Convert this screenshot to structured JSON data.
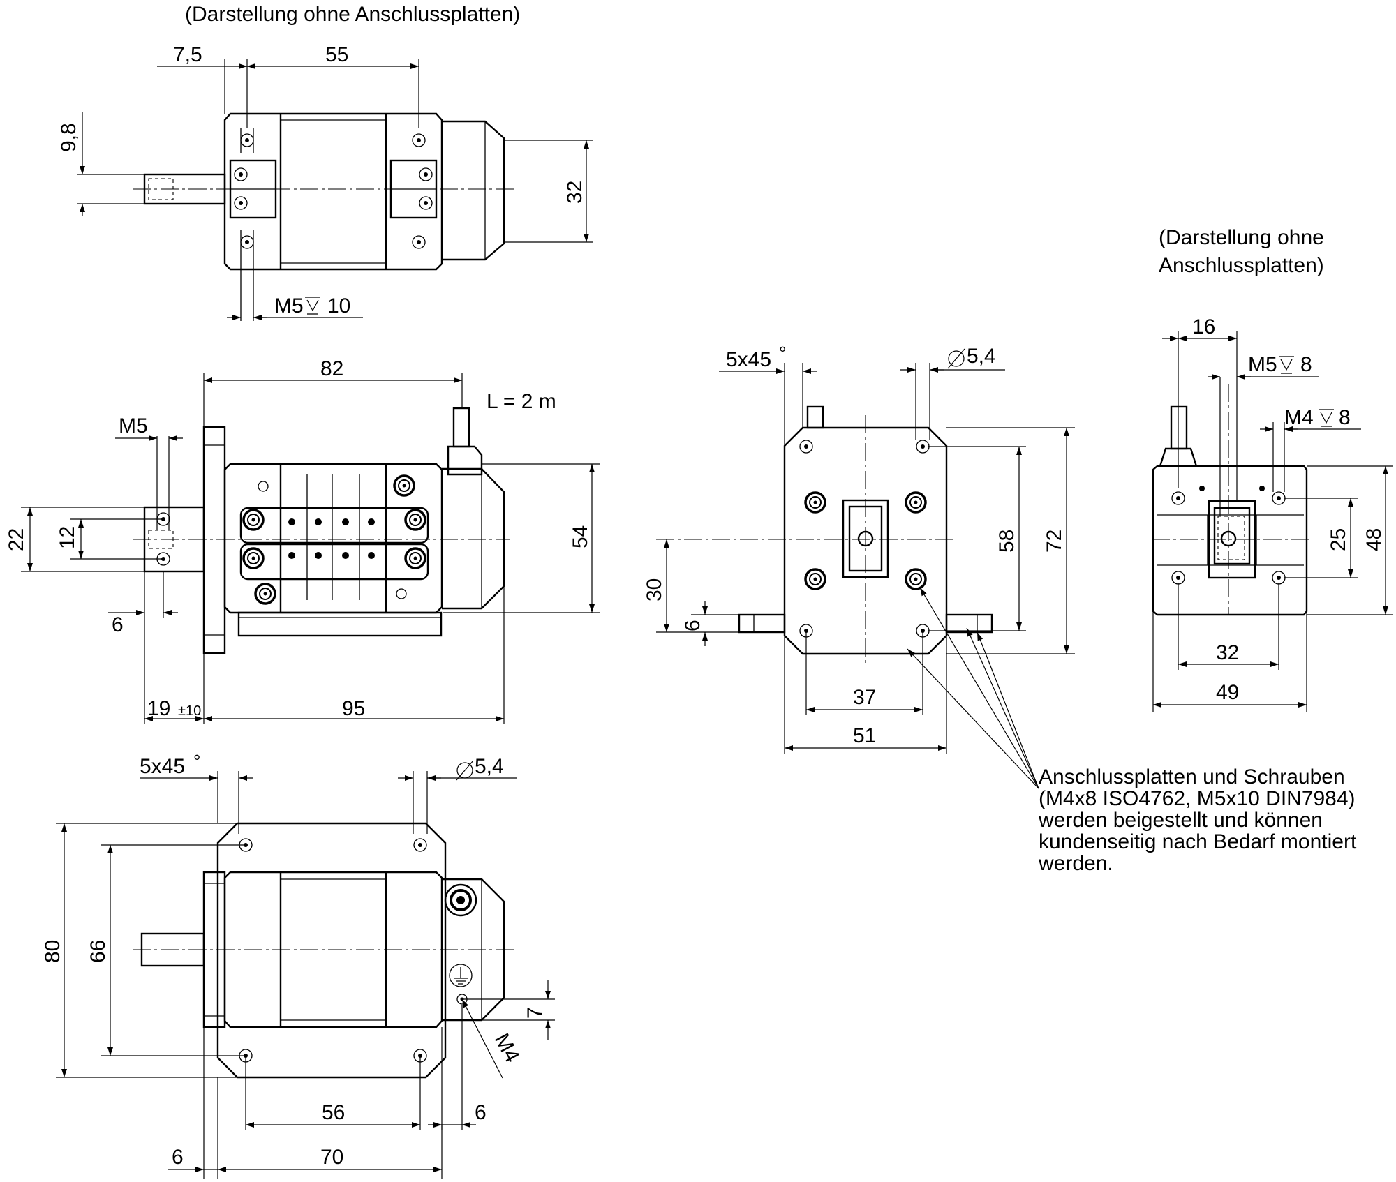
{
  "notes": {
    "note_top": "(Darstellung ohne Anschlussplatten)",
    "note_right_1": "(Darstellung ohne",
    "note_right_2": "Anschlussplatten)",
    "cable_length": "L = 2 m",
    "footnote_1": "Anschlussplatten und Schrauben",
    "footnote_2": "(M4x8  ISO4762, M5x10 DIN7984)",
    "footnote_3": "werden beigestellt und können",
    "footnote_4": "kundenseitig nach Bedarf montiert",
    "footnote_5": "werden."
  },
  "top_view": {
    "d_7_5": "7,5",
    "d_55": "55",
    "d_9_8": "9,8",
    "d_32": "32",
    "thread": "M5",
    "thread_depth": "10"
  },
  "side_view": {
    "d_82": "82",
    "thread": "M5",
    "d_22": "22",
    "d_12": "12",
    "d_54": "54",
    "d_6": "6",
    "d_19": "19",
    "d_19_tol": "±10",
    "d_95": "95"
  },
  "bottom_view": {
    "chamfer": "5x45",
    "degree": "°",
    "hole_dia": "5,4",
    "d_80": "80",
    "d_66": "66",
    "d_7": "7",
    "thread_m4": "M4",
    "d_56": "56",
    "d_6a": "6",
    "d_6b": "6",
    "d_70": "70"
  },
  "end_view": {
    "chamfer": "5x45",
    "degree": "°",
    "hole_dia": "5,4",
    "d_30": "30",
    "d_6": "6",
    "d_58": "58",
    "d_72": "72",
    "d_37": "37",
    "d_51": "51"
  },
  "right_view": {
    "d_16": "16",
    "thread_m5": "M5",
    "thread_m5_depth": "8",
    "thread_m4": "M4",
    "thread_m4_depth": "8",
    "d_25": "25",
    "d_48": "48",
    "d_32": "32",
    "d_49": "49"
  }
}
